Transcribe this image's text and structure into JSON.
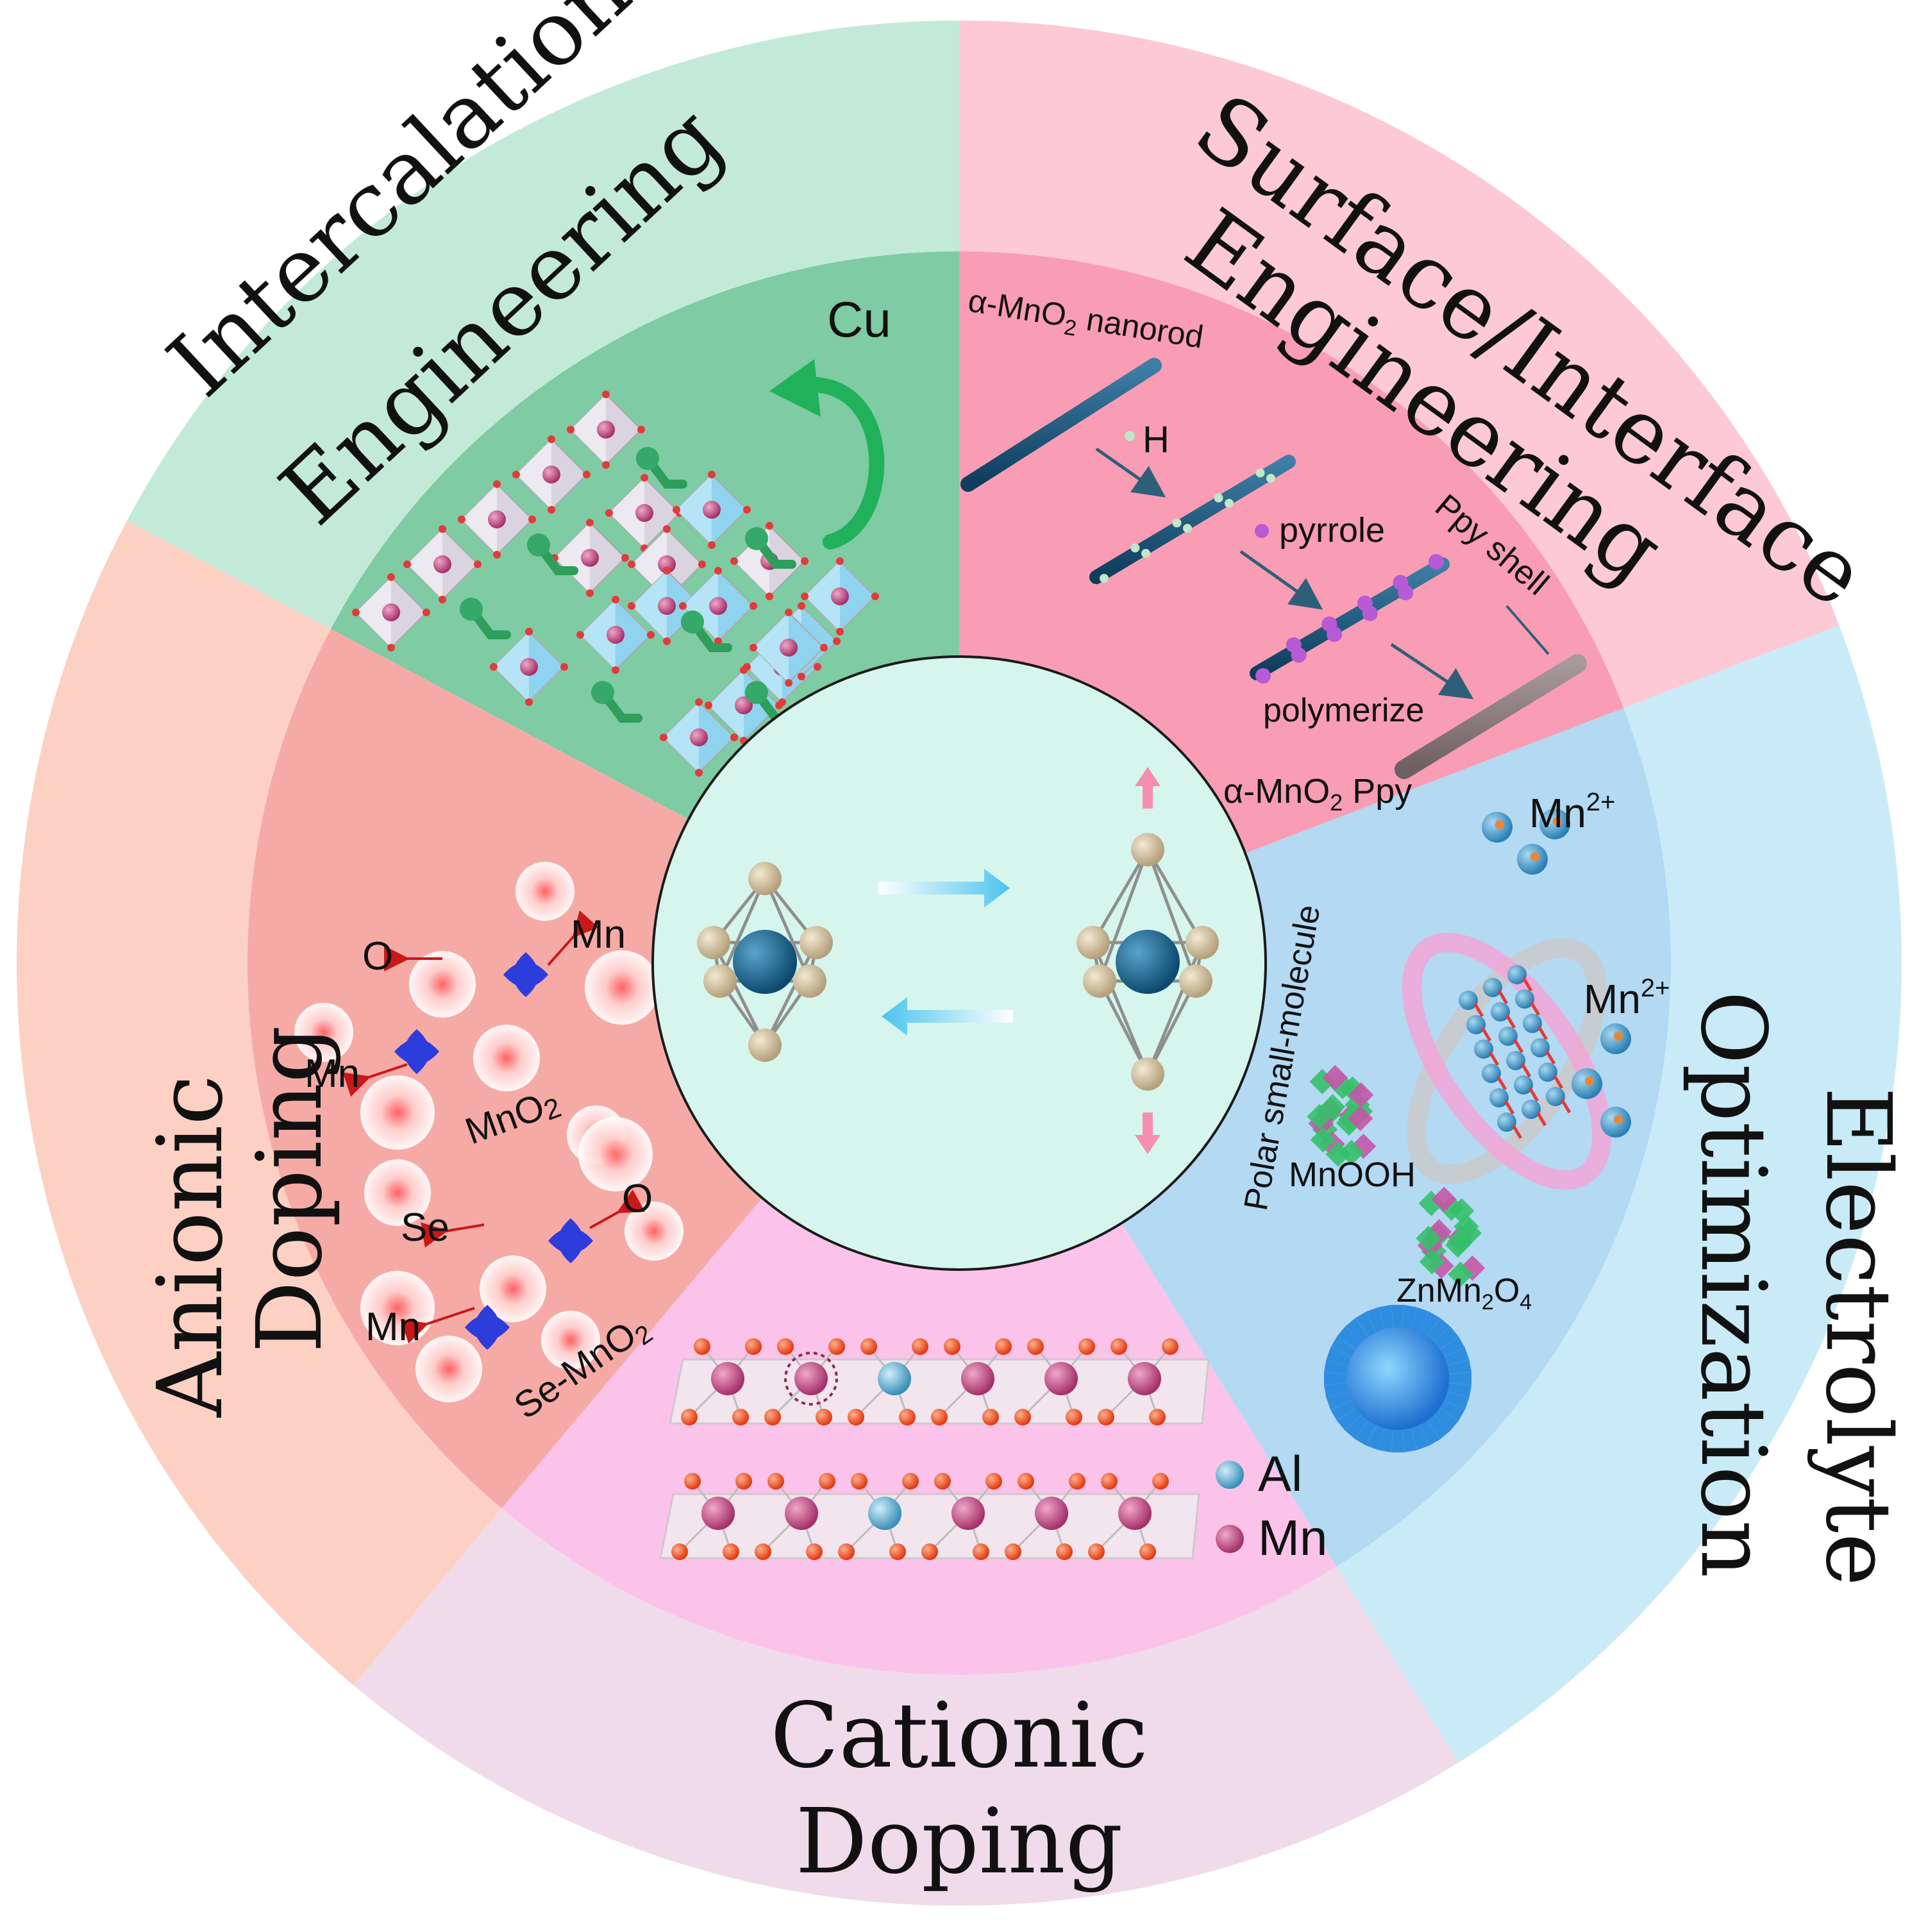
{
  "sectors": {
    "intercalation": {
      "title_line1": "Intercalation",
      "title_line2": "Engineering",
      "color_outer": "#c3ead9",
      "color_inner": "#7fcba3"
    },
    "surface": {
      "title_line1": "Surface/Interface",
      "title_line2": "Engineering",
      "color_outer": "#fcc9d4",
      "color_inner": "#f89db3"
    },
    "electrolyte": {
      "title_line1": "Electrolyte",
      "title_line2": "Optimization",
      "color_outer": "#c9ebf7",
      "color_inner": "#b3d9f3"
    },
    "cationic": {
      "title_line1": "Cationic",
      "title_line2": "Doping",
      "color_outer": "#f0dbea",
      "color_inner": "#fbc3ea"
    },
    "anionic": {
      "title_line1": "Anionic",
      "title_line2": "Doping",
      "color_outer": "#fcd1c4",
      "color_inner": "#f6aaa6"
    }
  },
  "center_color": "#d6f6ed",
  "labels": {
    "cu": "Cu",
    "alpha_prefix": "α-MnO",
    "sub2": "2",
    "nanorod": " nanorod",
    "h": "H",
    "pyrrole": "pyrrole",
    "ppy_shell": "Ppy shell",
    "polymerize": "polymerize",
    "ppy": " Ppy",
    "mn": "Mn",
    "mn2_sup": "2+",
    "polar": "Polar small-molecule",
    "mnooh": "MnOOH",
    "zn_prefix": "ZnMn",
    "o4": "O",
    "sub4": "4",
    "o": "O",
    "mno": "MnO",
    "se": "Se",
    "se_mno": "Se-MnO",
    "al": "Al"
  }
}
